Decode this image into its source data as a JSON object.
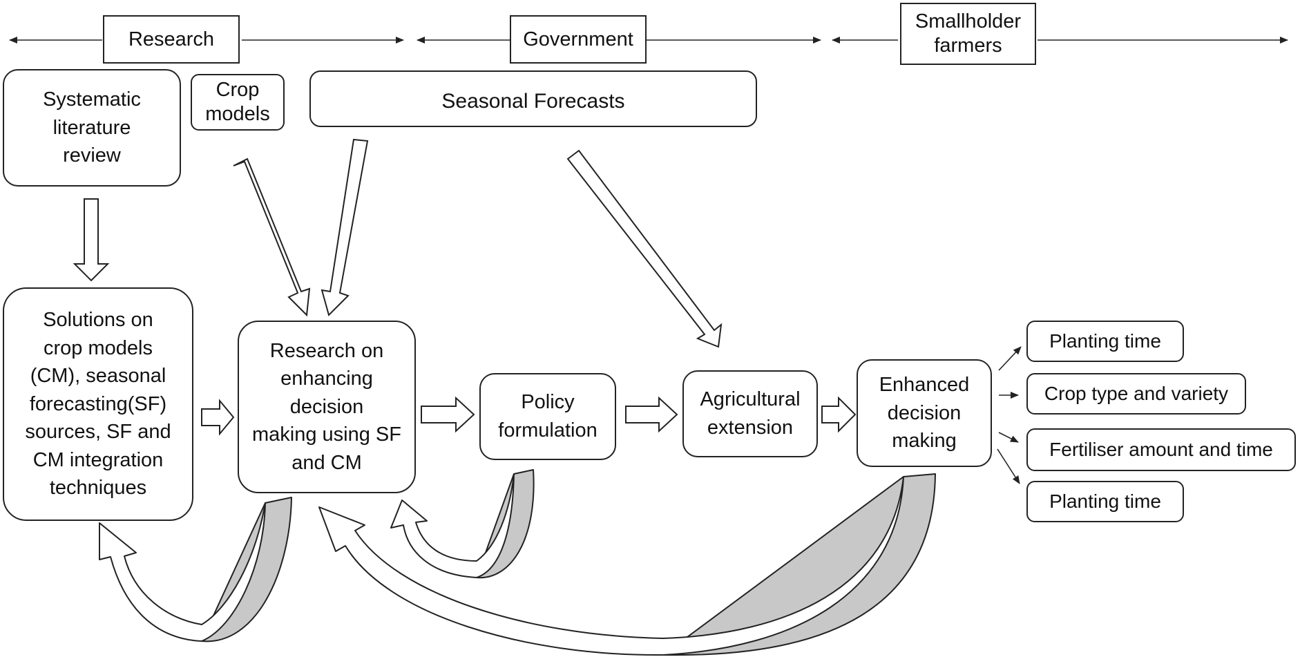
{
  "headers": {
    "research": "Research",
    "government": "Government",
    "smallholder": "Smallholder\nfarmers"
  },
  "sources": {
    "literature": "Systematic\nliterature\nreview",
    "crop_models": "Crop\nmodels",
    "seasonal_forecasts": "Seasonal Forecasts"
  },
  "process": {
    "solutions": "Solutions on\ncrop models\n(CM), seasonal\nforecasting(SF)\nsources, SF and\nCM integration\ntechniques",
    "research_on": "Research on\nenhancing\ndecision\nmaking using SF\nand CM",
    "policy": "Policy\nformulation",
    "extension": "Agricultural\nextension",
    "enhanced": "Enhanced\ndecision\nmaking"
  },
  "outcomes": [
    "Planting time",
    "Crop type and variety",
    "Fertiliser amount and time",
    "Planting time"
  ],
  "colors": {
    "stroke": "#222222",
    "feedback_fill": "#c8c8c8",
    "background": "#ffffff"
  }
}
